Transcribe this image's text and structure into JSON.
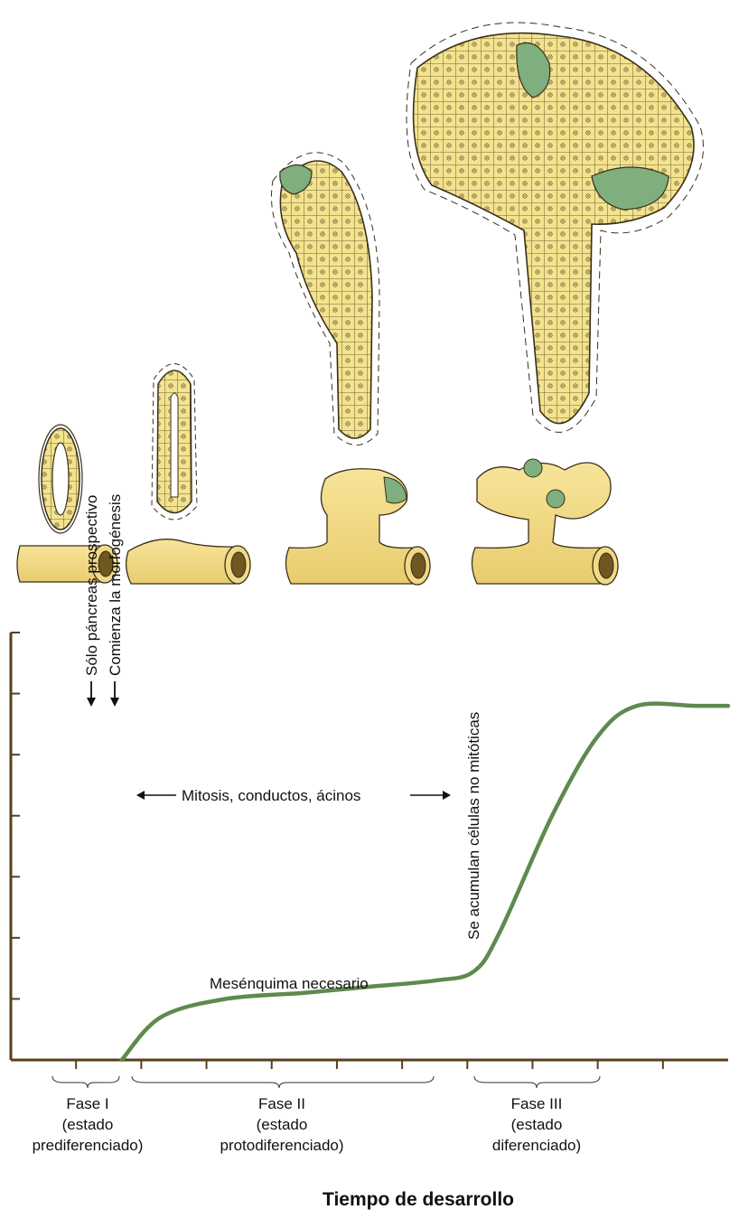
{
  "colors": {
    "cell_fill": "#f3e38e",
    "cell_outline": "#3a2f1a",
    "acinus_green": "#7fae7f",
    "tube_fill": "#f1da86",
    "curve": "#5e8a4e",
    "axis": "#5a3e1c"
  },
  "illustration": {
    "stages": [
      "rudiment-1",
      "rudiment-2",
      "rudiment-3",
      "rudiment-4"
    ]
  },
  "annotations": {
    "solo_pancreas": "Sólo páncreas prospectivo",
    "comienza_morfogenesis": "Comienza la morfogénesis",
    "mitosis": "Mitosis, conductos, ácinos",
    "se_acumulan": "Se acumulan células no mitóticas",
    "mesenquima": "Mesénquima necesario"
  },
  "phases": [
    {
      "name": "Fase I",
      "line2": "(estado",
      "line3": "prediferenciado)"
    },
    {
      "name": "Fase II",
      "line2": "(estado",
      "line3": "protodiferenciado)"
    },
    {
      "name": "Fase III",
      "line2": "(estado",
      "line3": "diferenciado)"
    }
  ],
  "chart_data": {
    "type": "line",
    "xlabel": "Tiempo de desarrollo",
    "ylabel": "",
    "title": "",
    "xlim": [
      0,
      11
    ],
    "ylim": [
      0,
      7
    ],
    "x_ticks": [
      1,
      2,
      3,
      4,
      5,
      6,
      7,
      8,
      9,
      10
    ],
    "y_ticks": [
      1,
      2,
      3,
      4,
      5,
      6,
      7
    ],
    "series": [
      {
        "values_x": [
          1.7,
          2.3,
          3.3,
          4.5,
          5.5,
          6.5,
          7.1,
          7.5,
          8.3,
          9.0,
          9.6,
          10.5,
          11.0
        ],
        "values_y": [
          0,
          0.7,
          1.0,
          1.1,
          1.2,
          1.3,
          1.45,
          2.1,
          4.0,
          5.3,
          5.8,
          5.8,
          5.8
        ]
      }
    ]
  }
}
